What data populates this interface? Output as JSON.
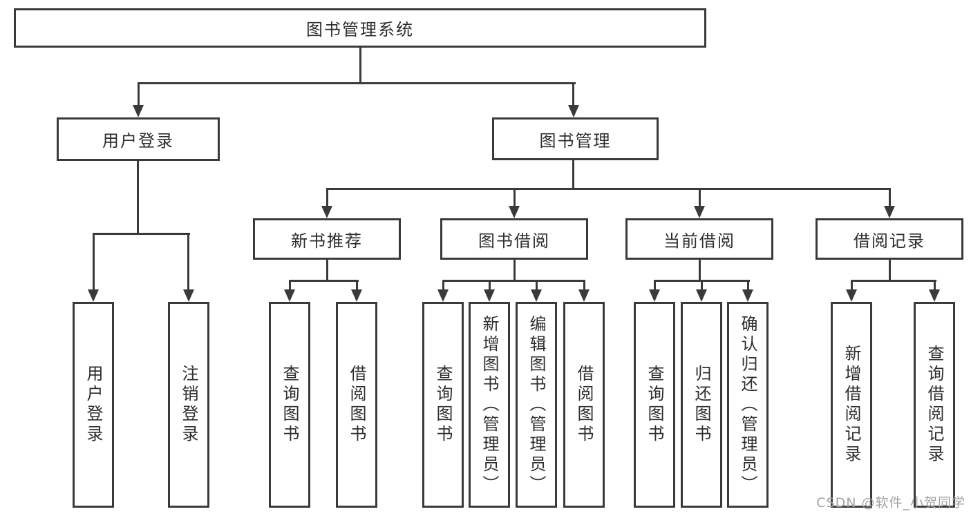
{
  "colors": {
    "line": "#3a3a3a",
    "text": "#2e2e2e",
    "background": "#ffffff",
    "watermark": "#a2a2a2"
  },
  "root": {
    "label": "图书管理系统"
  },
  "level2": [
    {
      "label": "用户登录",
      "children": [
        {
          "label": "用户登录"
        },
        {
          "label": "注销登录"
        }
      ]
    },
    {
      "label": "图书管理",
      "children": [
        {
          "label": "新书推荐",
          "children": [
            {
              "label": "查询图书"
            },
            {
              "label": "借阅图书"
            }
          ]
        },
        {
          "label": "图书借阅",
          "children": [
            {
              "label": "查询图书"
            },
            {
              "label": "新增图书（管理员）"
            },
            {
              "label": "编辑图书（管理员）"
            },
            {
              "label": "借阅图书"
            }
          ]
        },
        {
          "label": "当前借阅",
          "children": [
            {
              "label": "查询图书"
            },
            {
              "label": "归还图书"
            },
            {
              "label": "确认归还（管理员）"
            }
          ]
        },
        {
          "label": "借阅记录",
          "children": [
            {
              "label": "新增借阅记录"
            },
            {
              "label": "查询借阅记录"
            }
          ]
        }
      ]
    }
  ],
  "watermark": {
    "text": "CSDN @软件_小贺同学"
  }
}
